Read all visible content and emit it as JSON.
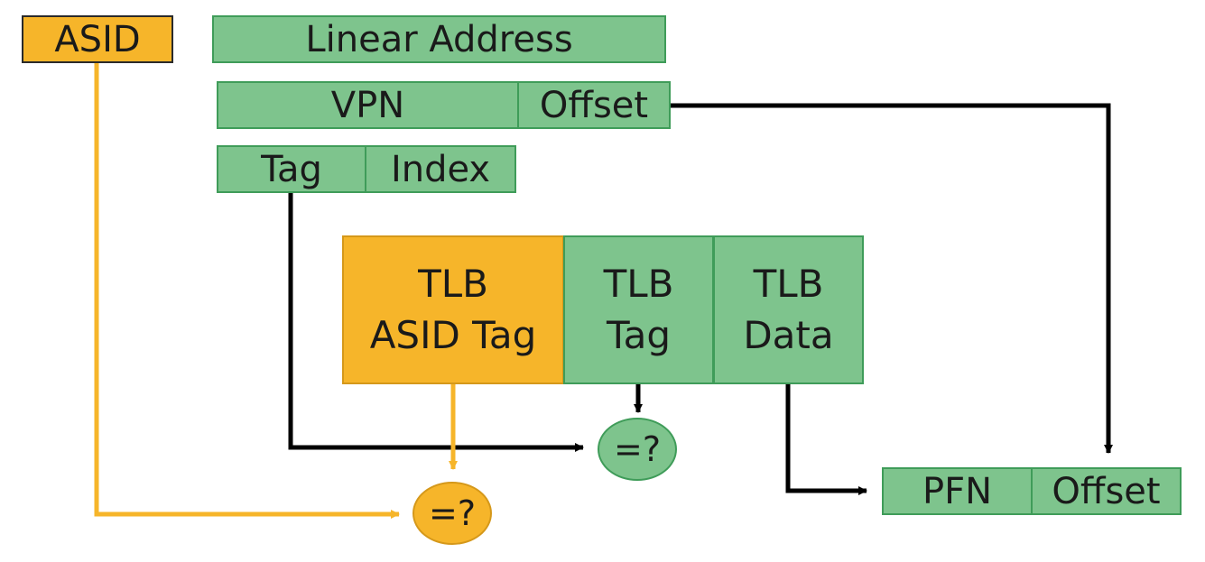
{
  "asid": {
    "label": "ASID"
  },
  "linear_address": {
    "label": "Linear Address"
  },
  "vpn_row": {
    "vpn": "VPN",
    "offset": "Offset"
  },
  "tag_row": {
    "tag": "Tag",
    "index": "Index"
  },
  "tlb": {
    "asid_tag": {
      "line1": "TLB",
      "line2": "ASID Tag"
    },
    "tag": {
      "line1": "TLB",
      "line2": "Tag"
    },
    "data": {
      "line1": "TLB",
      "line2": "Data"
    }
  },
  "comparators": {
    "tag_compare": "=?",
    "asid_compare": "=?"
  },
  "physical": {
    "pfn": "PFN",
    "offset": "Offset"
  },
  "colors": {
    "green": "#7ec48d",
    "orange": "#f6b52a",
    "black_wire": "#000000",
    "orange_wire": "#f6b52a"
  }
}
